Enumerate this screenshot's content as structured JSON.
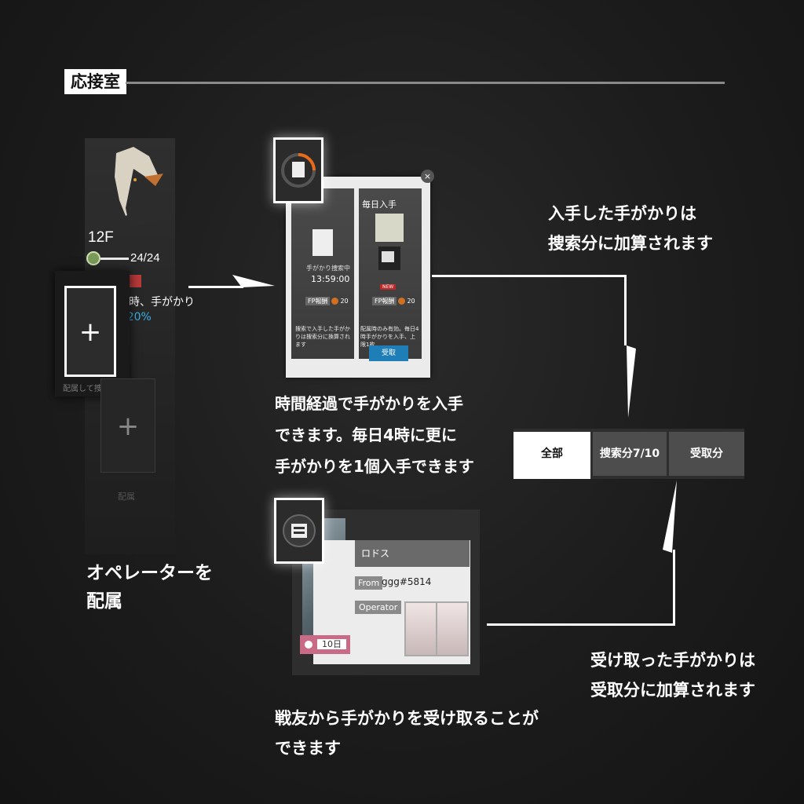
{
  "section": {
    "title": "応接室"
  },
  "operator_column": {
    "floor": "12F",
    "hp": "24/24",
    "skill_text": "置時、手がかり",
    "skill_bonus": "+20%",
    "slot_caption": "配属して捜索分",
    "slot2_caption": "配属"
  },
  "deploy_caption": "オペレーターを\n配属",
  "search_popup": {
    "close_label": "×",
    "daily_title": "毎日入手",
    "search_status": "手がかり捜索中",
    "search_time": "13:59:00",
    "fp_label": "FP報酬",
    "fp_value_left": "20",
    "fp_value_right": "20",
    "new_badge": "NEW",
    "search_desc": "捜索で入手した手がかりは捜索分に換算されます",
    "daily_desc": "配属時のみ有効。毎日4時手がかりを入手、上限1枚",
    "claim_button": "受取"
  },
  "caption_search": "時間経過で手がかりを入手\nできます。毎日4時に更に\n手がかりを1個入手できます",
  "caption_added_search": "入手した手がかりは\n捜索分に加算されます",
  "tabs": [
    {
      "label": "全部",
      "active": true
    },
    {
      "label": "捜索分7/10",
      "active": false
    },
    {
      "label": "受取分",
      "active": false
    }
  ],
  "friend_clue": {
    "name": "ロドス",
    "from_label": "From",
    "friend_id": "ggg#5814",
    "operator_label": "Operator",
    "days": "10日"
  },
  "caption_added_received": "受け取った手がかりは\n受取分に加算されます",
  "caption_friend": "戦友から手がかりを受け取ることが\nできます",
  "colors": {
    "accent_blue": "#1e7fb8",
    "badge_pink": "#c96b87",
    "bonus_blue": "#3ab0e8"
  }
}
